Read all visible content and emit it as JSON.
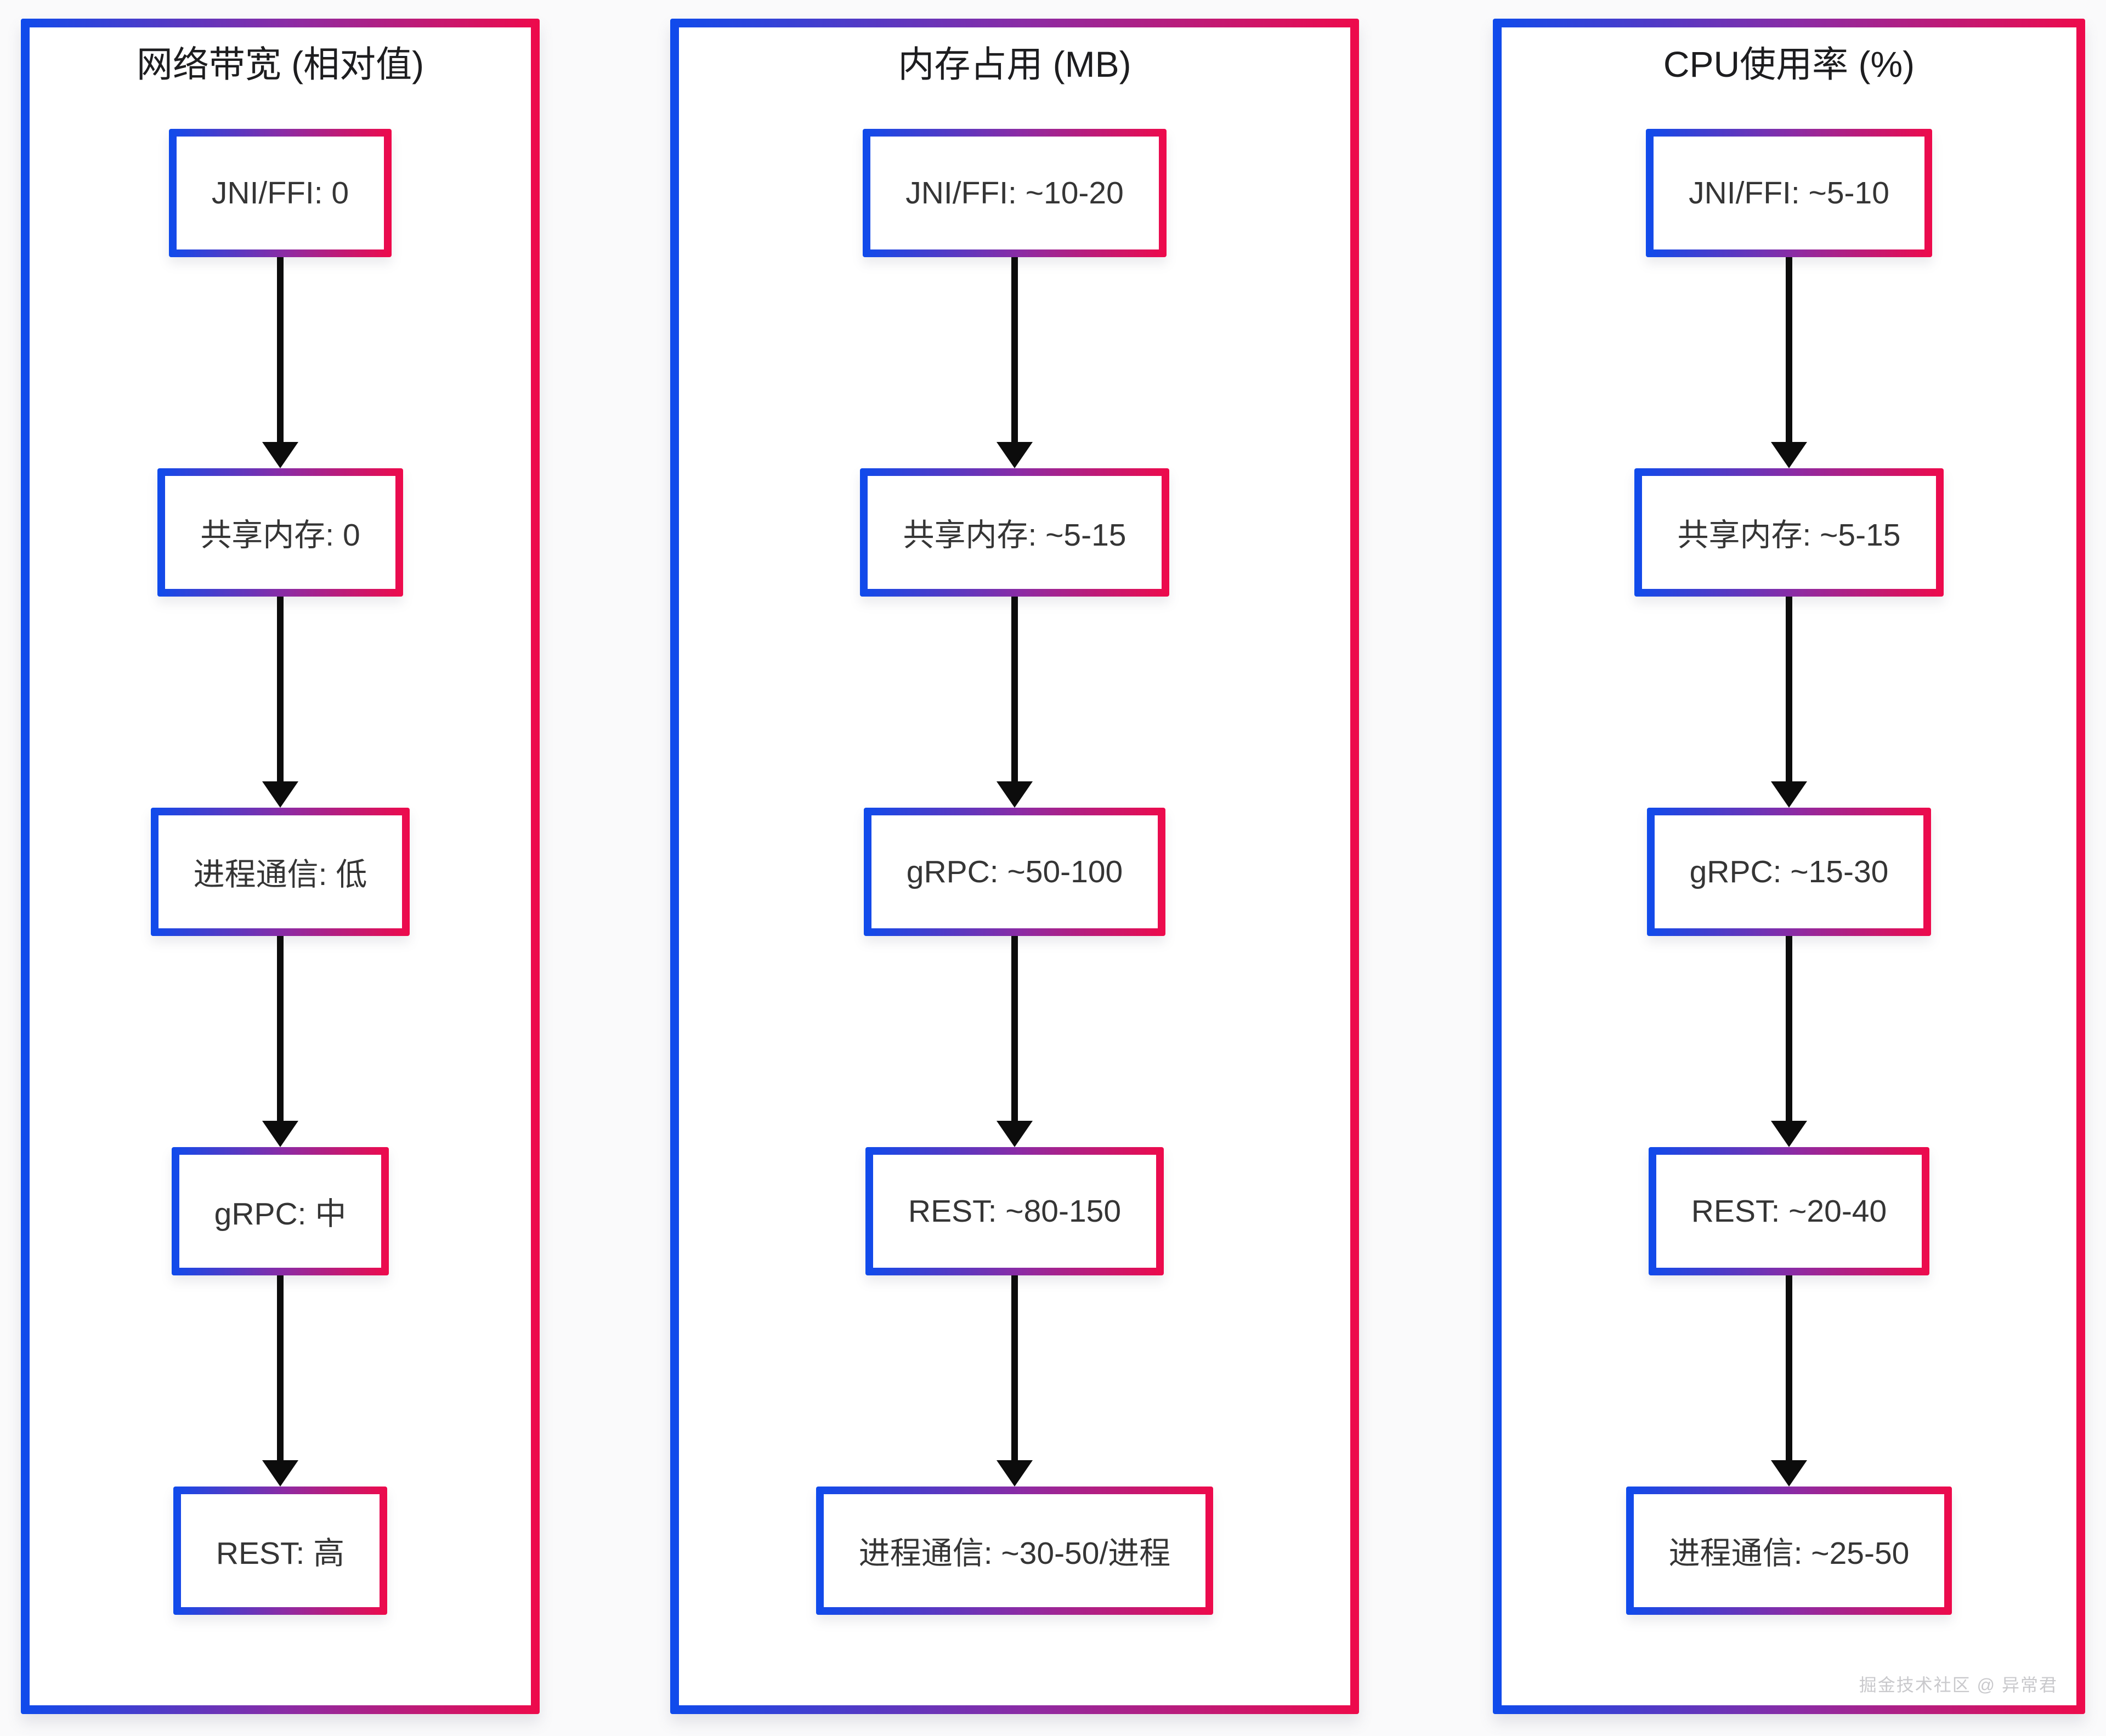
{
  "style": {
    "gradient_start": "#0f4bec",
    "gradient_mid": "#8c2ba4",
    "gradient_end": "#ee0a4b",
    "arrow_color": "#0c0c0c",
    "text_color": "#353535",
    "title_color": "#1d1d1f",
    "watermark_color": "#c9c9cc",
    "page_bg": "#fafafb",
    "box_bg": "#ffffff"
  },
  "watermark": "掘金技术社区 @ 异常君",
  "panels": [
    {
      "title": "网络带宽 (相对值)",
      "nodes": [
        "JNI/FFI: 0",
        "共享内存: 0",
        "进程通信: 低",
        "gRPC: 中",
        "REST: 高"
      ]
    },
    {
      "title": "内存占用 (MB)",
      "nodes": [
        "JNI/FFI: ~10-20",
        "共享内存: ~5-15",
        "gRPC: ~50-100",
        "REST: ~80-150",
        "进程通信: ~30-50/进程"
      ]
    },
    {
      "title": "CPU使用率 (%)",
      "nodes": [
        "JNI/FFI: ~5-10",
        "共享内存: ~5-15",
        "gRPC: ~15-30",
        "REST: ~20-40",
        "进程通信: ~25-50"
      ]
    }
  ]
}
